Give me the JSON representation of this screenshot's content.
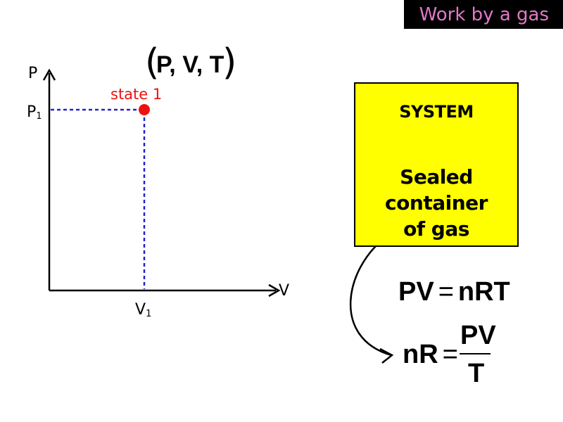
{
  "header": {
    "title": "Work by a gas"
  },
  "axes": {
    "y_label": "P",
    "x_label": "V",
    "p_tick_main": "P",
    "p_tick_sub": "1",
    "v_tick_main": "V",
    "v_tick_sub": "1"
  },
  "state": {
    "label": "state 1",
    "tuple": "P, V, T",
    "open_paren": "(",
    "close_paren": ")"
  },
  "system": {
    "heading": "SYSTEM",
    "line1": "Sealed",
    "line2": "container",
    "line3": "of gas"
  },
  "equations": {
    "eq1_lhs": "PV",
    "eq1_op": "=",
    "eq1_rhs": "nRT",
    "eq2_lhs": "nR",
    "eq2_op": "=",
    "eq2_num": "PV",
    "eq2_den": "T"
  },
  "colors": {
    "title_bg": "#000000",
    "title_text": "#e377c8",
    "point": "#ee1111",
    "dashed": "#2222cc",
    "state_label": "#ee1111",
    "system_bg": "#ffff00"
  },
  "icons": {
    "state_point": "filled-circle",
    "axis_arrow": "arrowhead",
    "link_arrow": "curved-arrow"
  }
}
